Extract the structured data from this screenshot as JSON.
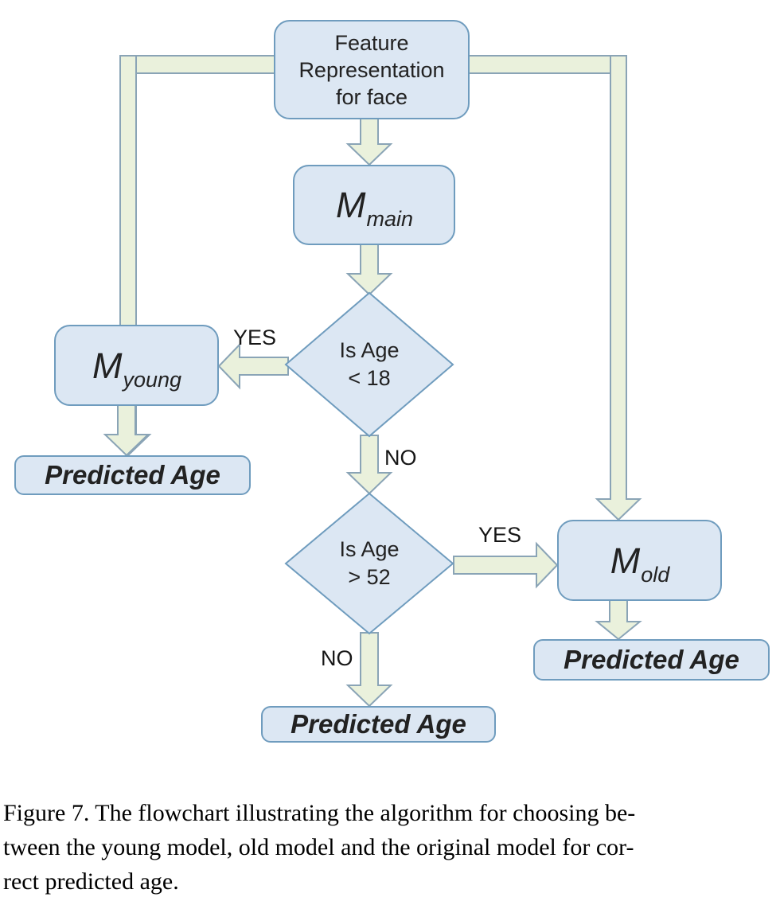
{
  "figure": {
    "nodes": {
      "feature": {
        "label_lines": [
          "Feature",
          "Representation",
          "for face"
        ]
      },
      "m_main": {
        "base": "M",
        "sub": "main"
      },
      "m_young": {
        "base": "M",
        "sub": "young"
      },
      "m_old": {
        "base": "M",
        "sub": "old"
      },
      "decision_young": {
        "line1": "Is Age",
        "line2": "< 18"
      },
      "decision_old": {
        "line1": "Is Age",
        "line2": "> 52"
      },
      "predicted_left": {
        "label": "Predicted Age"
      },
      "predicted_right": {
        "label": "Predicted Age"
      },
      "predicted_bottom": {
        "label": "Predicted Age"
      }
    },
    "edge_labels": {
      "yes_young": "YES",
      "no_young": "NO",
      "yes_old": "YES",
      "no_old": "NO"
    },
    "colors": {
      "node_fill": "#dce7f3",
      "node_border": "#6f9cbe",
      "arrow_fill": "#eaf1dc",
      "arrow_border": "#8aa4b6",
      "text_color": "#222222"
    }
  },
  "caption": {
    "lines": [
      "Figure 7. The flowchart illustrating the algorithm for choosing be-",
      "tween the young model, old model and the original model for cor-",
      "rect predicted age."
    ]
  }
}
